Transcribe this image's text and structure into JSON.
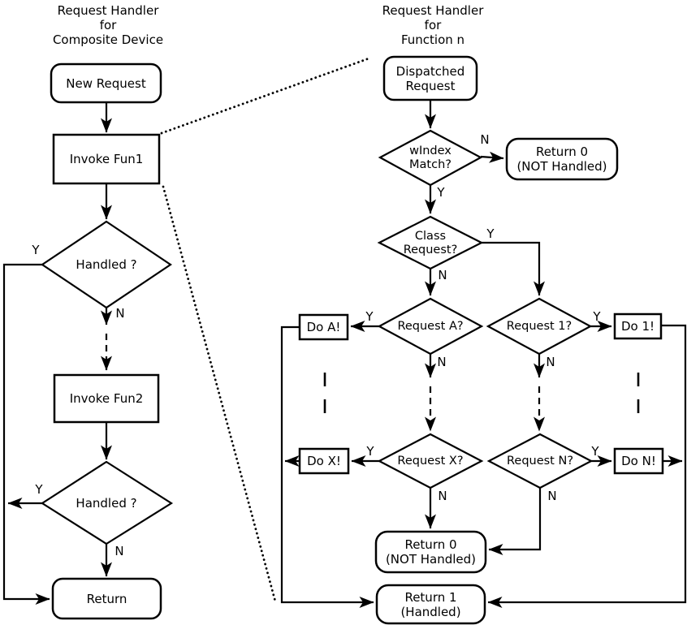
{
  "colors": {
    "line": "#000000",
    "background": "#ffffff"
  },
  "left": {
    "title": "Request Handler\nfor\nComposite Device",
    "nodes": {
      "new_request": "New Request",
      "invoke_fun1": "Invoke Fun1",
      "handled1": "Handled ?",
      "invoke_fun2": "Invoke Fun2",
      "handled2": "Handled ?",
      "return": "Return"
    },
    "labels": {
      "y1": "Y",
      "n1": "N",
      "y2": "Y",
      "n2": "N"
    }
  },
  "right": {
    "title": "Request Handler\nfor\nFunction n",
    "nodes": {
      "dispatched": "Dispatched\nRequest",
      "windex": "wIndex\nMatch?",
      "return0_top": "Return 0\n(NOT Handled)",
      "class_request": "Class\nRequest?",
      "request_a": "Request A?",
      "do_a": "Do A!",
      "request_1": "Request 1?",
      "do_1": "Do 1!",
      "request_x": "Request X?",
      "do_x": "Do X!",
      "request_n": "Request N?",
      "do_n": "Do N!",
      "return0_bottom": "Return 0\n(NOT Handled)",
      "return1": "Return 1\n(Handled)"
    },
    "labels": {
      "windex_n": "N",
      "windex_y": "Y",
      "class_y": "Y",
      "class_n": "N",
      "request_a_y": "Y",
      "request_a_n": "N",
      "request_1_y": "Y",
      "request_1_n": "N",
      "request_x_y": "Y",
      "request_x_n": "N",
      "request_n_y": "Y",
      "request_n_n": "N"
    }
  }
}
